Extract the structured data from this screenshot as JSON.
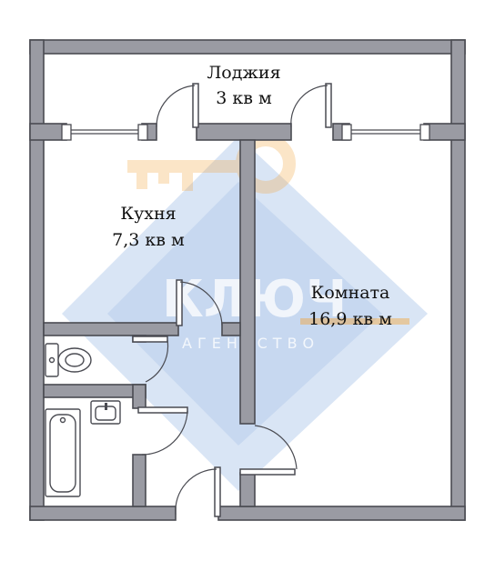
{
  "rooms": {
    "loggia": {
      "name": "Лоджия",
      "area": "3 кв м"
    },
    "kitchen": {
      "name": "Кухня",
      "area": "7,3 кв м"
    },
    "room": {
      "name": "Комната",
      "area": "16,9 кв м"
    }
  },
  "watermark": {
    "brand": "КЛЮЧ",
    "subtitle": "АГЕНТСТВО"
  },
  "colors": {
    "wall_fill": "#9a9ba3",
    "wall_stroke": "#4a4b52",
    "watermark_blue": "#2f6fc9",
    "watermark_orange": "#f2a43a"
  }
}
